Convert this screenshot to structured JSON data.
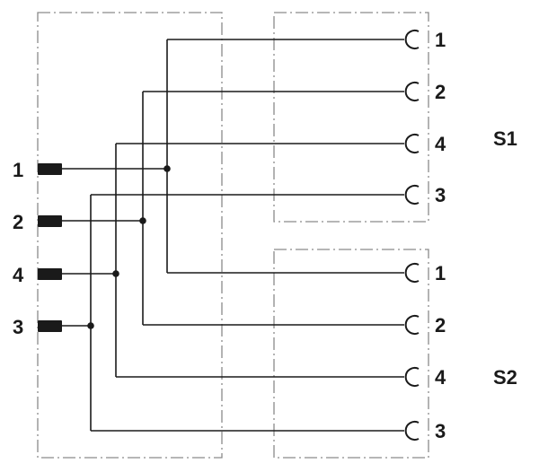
{
  "left_connector": {
    "pins": [
      {
        "label": "1"
      },
      {
        "label": "2"
      },
      {
        "label": "4"
      },
      {
        "label": "3"
      }
    ]
  },
  "outputs": [
    {
      "name": "S1",
      "sockets": [
        {
          "label": "1"
        },
        {
          "label": "2"
        },
        {
          "label": "4"
        },
        {
          "label": "3"
        }
      ]
    },
    {
      "name": "S2",
      "sockets": [
        {
          "label": "1"
        },
        {
          "label": "2"
        },
        {
          "label": "4"
        },
        {
          "label": "3"
        }
      ]
    }
  ]
}
